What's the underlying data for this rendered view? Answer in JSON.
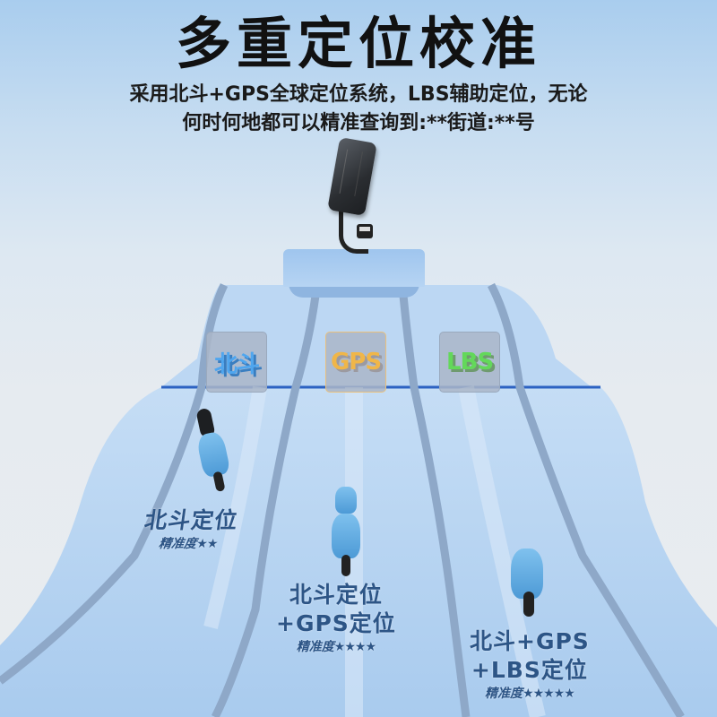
{
  "header": {
    "title": "多重定位校准",
    "subtitle_line1": "采用北斗+GPS全球定位系统，LBS辅助定位，无论",
    "subtitle_line2": "何时何地都可以精准查询到:**街道:**号"
  },
  "badges": [
    {
      "label": "北斗",
      "color": "#4fa6ef"
    },
    {
      "label": "GPS",
      "color": "#f0b649"
    },
    {
      "label": "LBS",
      "color": "#63d85a"
    }
  ],
  "lanes": [
    {
      "title_line1": "北斗定位",
      "title_line2": "",
      "precision_label": "精准度",
      "stars": "★★"
    },
    {
      "title_line1": "北斗定位",
      "title_line2": "+GPS定位",
      "precision_label": "精准度",
      "stars": "★★★★"
    },
    {
      "title_line1": "北斗+GPS",
      "title_line2": "+LBS定位",
      "precision_label": "精准度",
      "stars": "★★★★★"
    }
  ],
  "colors": {
    "track": "#b8d5f2",
    "track_rail": "#8ea8c8",
    "label_text": "#2d5586"
  }
}
